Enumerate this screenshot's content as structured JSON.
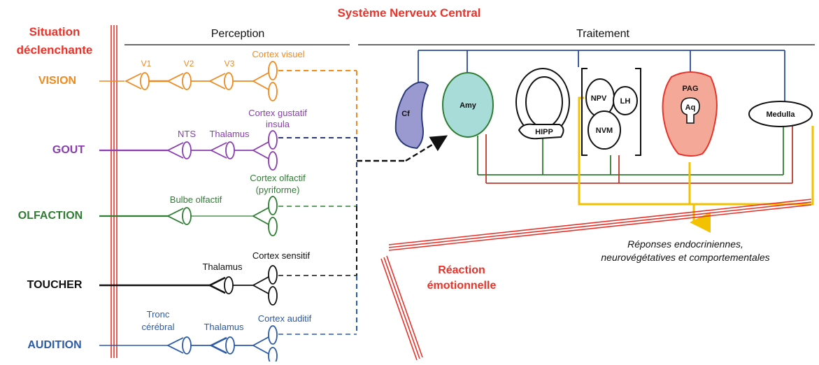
{
  "title": "Système Nerveux Central",
  "situation_label": [
    "Situation",
    "déclenchante"
  ],
  "perception_header": "Perception",
  "traitement_header": "Traitement",
  "senses": {
    "vision": {
      "label": "VISION",
      "color": "#ef8a1f",
      "relays": [
        "V1",
        "V2",
        "V3"
      ],
      "cortex": "Cortex visuel"
    },
    "gout": {
      "label": "GOUT",
      "color": "#8a3db0",
      "relays": [
        "NTS",
        "Thalamus"
      ],
      "cortex": [
        "Cortex gustatif",
        "insula"
      ]
    },
    "olfaction": {
      "label": "OLFACTION",
      "color": "#2e7d32",
      "relays": [
        "Bulbe olfactif"
      ],
      "cortex": [
        "Cortex olfactif",
        "(pyriforme)"
      ]
    },
    "toucher": {
      "label": "TOUCHER",
      "color": "#111111",
      "relays": [
        "Thalamus"
      ],
      "cortex": "Cortex sensitif"
    },
    "audition": {
      "label": "AUDITION",
      "color": "#2a5aa8",
      "relays": [
        [
          "Tronc",
          "cérébral"
        ],
        "Thalamus"
      ],
      "cortex": "Cortex auditif"
    }
  },
  "structures": {
    "cf": "Cf",
    "amy": "Amy",
    "hipp": "HIPP",
    "npv": "NPV",
    "lh": "LH",
    "nvm": "NVM",
    "pag": "PAG",
    "aq": "Aq",
    "medulla": "Medulla"
  },
  "responses": [
    "Réponses endocriniennes,",
    "neurovégétatives et comportementales"
  ],
  "reaction": [
    "Réaction",
    "émotionnelle"
  ],
  "colors": {
    "red": "#e8332a",
    "blue_frame": "#2a4a9a",
    "green_frame": "#2e7d32",
    "red_frame": "#c0392b",
    "yellow": "#f2c200",
    "cf_fill": "#9a9ad0",
    "amy_fill": "#a8dcd8",
    "pag_fill": "#f4a898"
  }
}
